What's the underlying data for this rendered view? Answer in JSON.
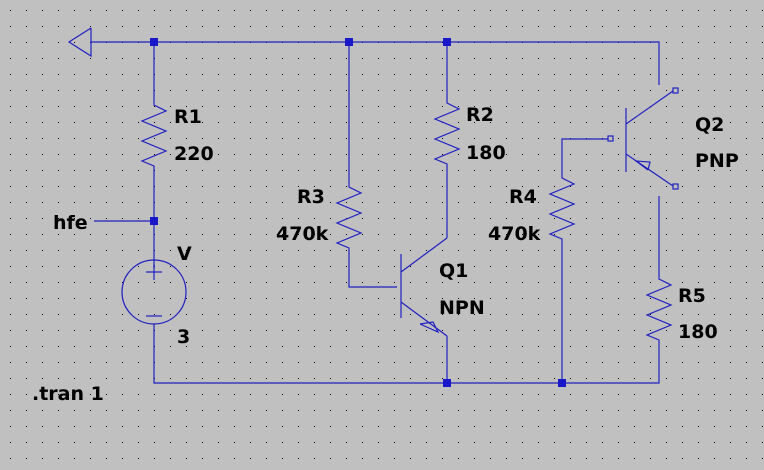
{
  "colors": {
    "background": "#c0c0c0",
    "grid_dot": "#000000",
    "wire": "#2020c0",
    "junction": "#1818c8",
    "text": "#000000"
  },
  "components": {
    "r1": {
      "name": "R1",
      "value": "220"
    },
    "r2": {
      "name": "R2",
      "value": "180"
    },
    "r3": {
      "name": "R3",
      "value": "470k"
    },
    "r4": {
      "name": "R4",
      "value": "470k"
    },
    "r5": {
      "name": "R5",
      "value": "180"
    },
    "q1": {
      "name": "Q1",
      "type": "NPN"
    },
    "q2": {
      "name": "Q2",
      "type": "PNP"
    },
    "v": {
      "name": "V",
      "value": "3"
    }
  },
  "net_label": "hfe",
  "directive": ".tran 1",
  "icons": [
    "ground-icon",
    "resistor-icon",
    "npn-transistor-icon",
    "pnp-transistor-icon",
    "voltage-source-icon"
  ]
}
